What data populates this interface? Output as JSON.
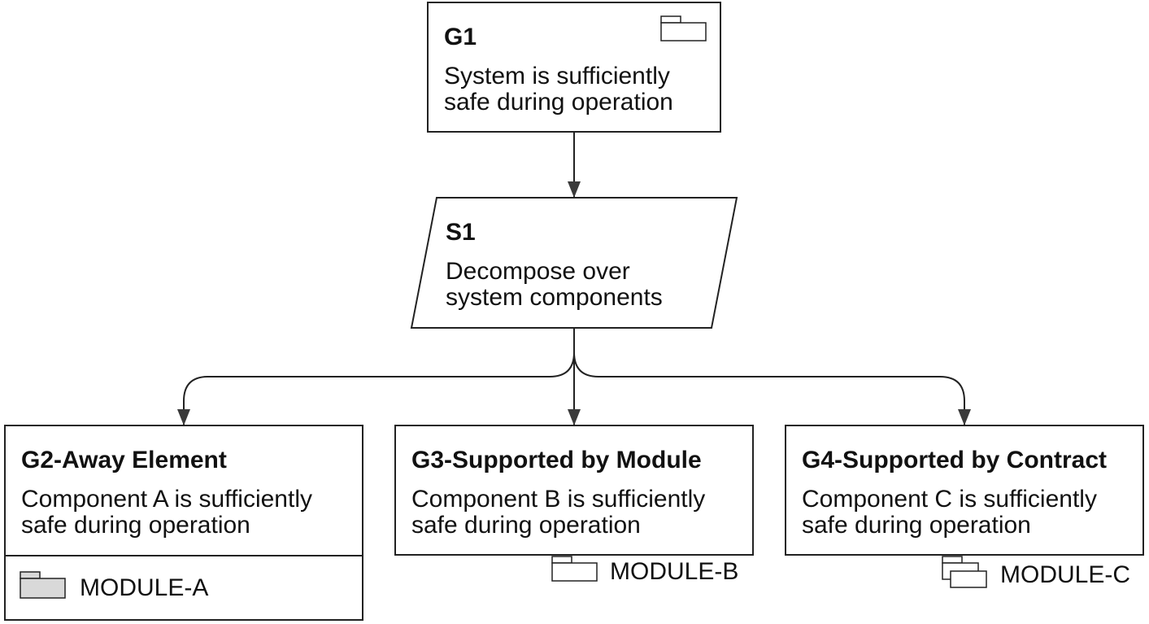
{
  "nodes": {
    "g1": {
      "id": "G1",
      "text_line1": "System is sufficiently",
      "text_line2": "safe during operation"
    },
    "s1": {
      "id": "S1",
      "text_line1": "Decompose over",
      "text_line2": "system components"
    },
    "g2": {
      "id": "G2-Away Element",
      "text_line1": "Component A is sufficiently",
      "text_line2": "safe during operation",
      "module": "MODULE-A"
    },
    "g3": {
      "id": "G3-Supported by Module",
      "text_line1": "Component B is sufficiently",
      "text_line2": "safe during operation",
      "module": "MODULE-B"
    },
    "g4": {
      "id": "G4-Supported by Contract",
      "text_line1": "Component C is sufficiently",
      "text_line2": "safe during operation",
      "module": "MODULE-C"
    }
  },
  "colors": {
    "stroke": "#222222",
    "fill": "#ffffff",
    "away_folder_fill": "#d9d9d9"
  }
}
